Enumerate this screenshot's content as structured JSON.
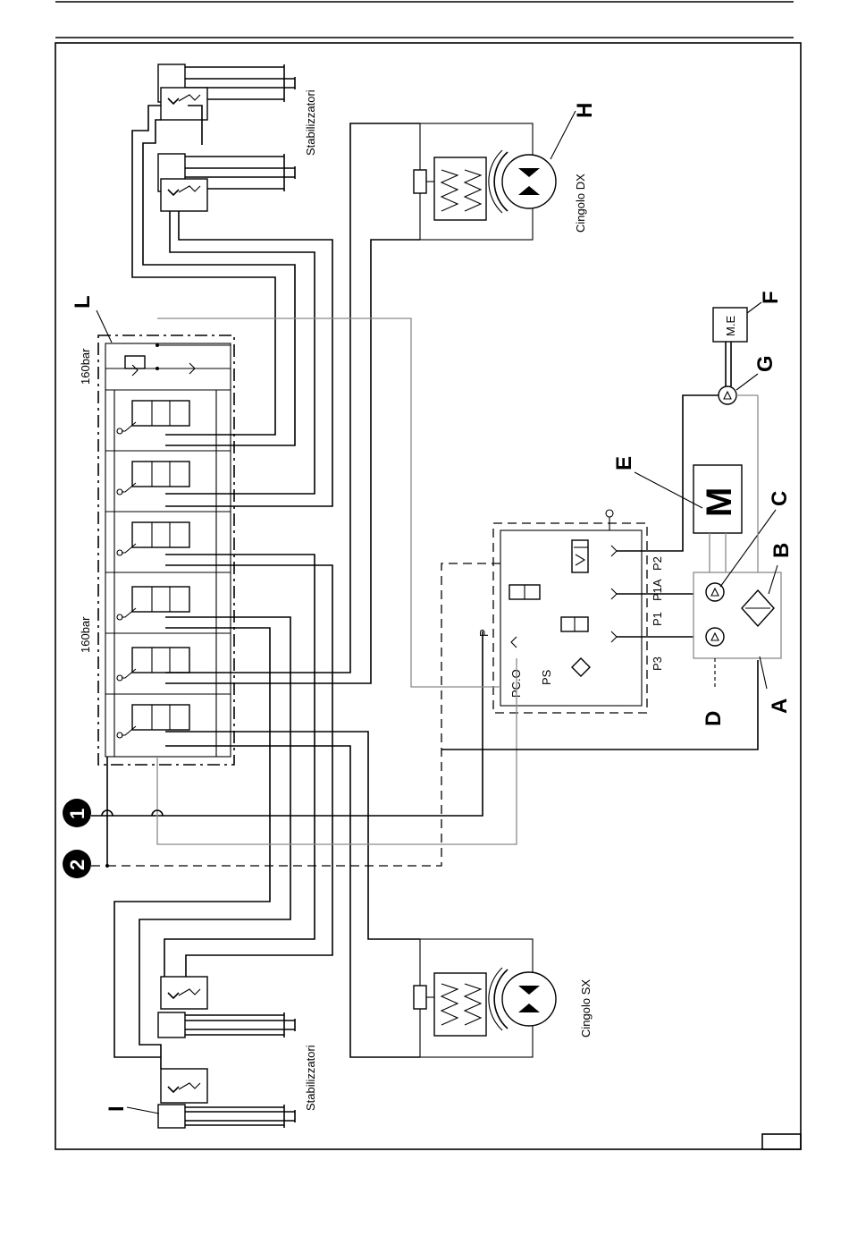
{
  "labels": {
    "L": "L",
    "H": "H",
    "I": "I",
    "E": "E",
    "F": "F",
    "G": "G",
    "C": "C",
    "B": "B",
    "D": "D",
    "A": "A"
  },
  "markers": {
    "one": "1",
    "two": "2"
  },
  "components": {
    "stabilizers_top": "Stabilizzatori",
    "stabilizers_bottom": "Stabilizzatori",
    "track_right": "Cingolo DX",
    "track_left": "Cingolo SX",
    "motor": "M",
    "electric_motor": "M.E"
  },
  "pressures": {
    "upper": "160bar",
    "lower": "160bar"
  },
  "ports": {
    "p2": "P2",
    "p1a": "P1A",
    "p1": "P1",
    "p3": "P3",
    "p": "P",
    "pco": "PC.O",
    "ps": "PS"
  }
}
